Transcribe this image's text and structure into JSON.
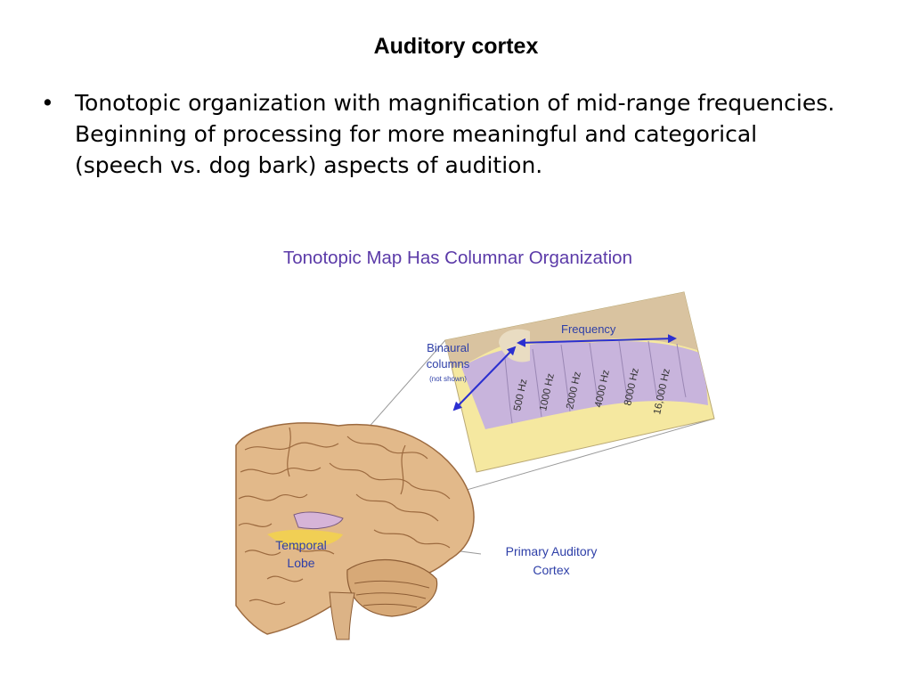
{
  "slide": {
    "title": "Auditory cortex",
    "bullet_marker": "•",
    "bullets": [
      "Tonotopic organization with magnification  of mid-range frequencies. Beginning of processing for more meaningful and categorical (speech vs. dog bark) aspects of audition."
    ]
  },
  "figure": {
    "title": "Tonotopic Map Has Columnar Organization",
    "frequency_label": "Frequency",
    "binaural_line1": "Binaural",
    "binaural_line2": "columns",
    "binaural_note": "(not shown)",
    "column_labels": [
      "500 Hz",
      "1000 Hz",
      "2000 Hz",
      "4000 Hz",
      "8000 Hz",
      "16,000 Hz"
    ],
    "temporal_lobe_line1": "Temporal",
    "temporal_lobe_line2": "Lobe",
    "primary_auditory_line1": "Primary Auditory",
    "primary_auditory_line2": "Cortex"
  },
  "colors": {
    "label_blue": "#2e3fa8",
    "title_purple": "#5b3aa8",
    "arrow_blue": "#2b2fd0",
    "brain_fill": "#e2b98a",
    "brain_fold": "#9c6a3f",
    "cortex_purple": "#c8b4dc",
    "cortex_yellow": "#f5e8a0",
    "cortex_tan": "#d9c3a0",
    "temporal_yellow": "#f3d24a"
  }
}
